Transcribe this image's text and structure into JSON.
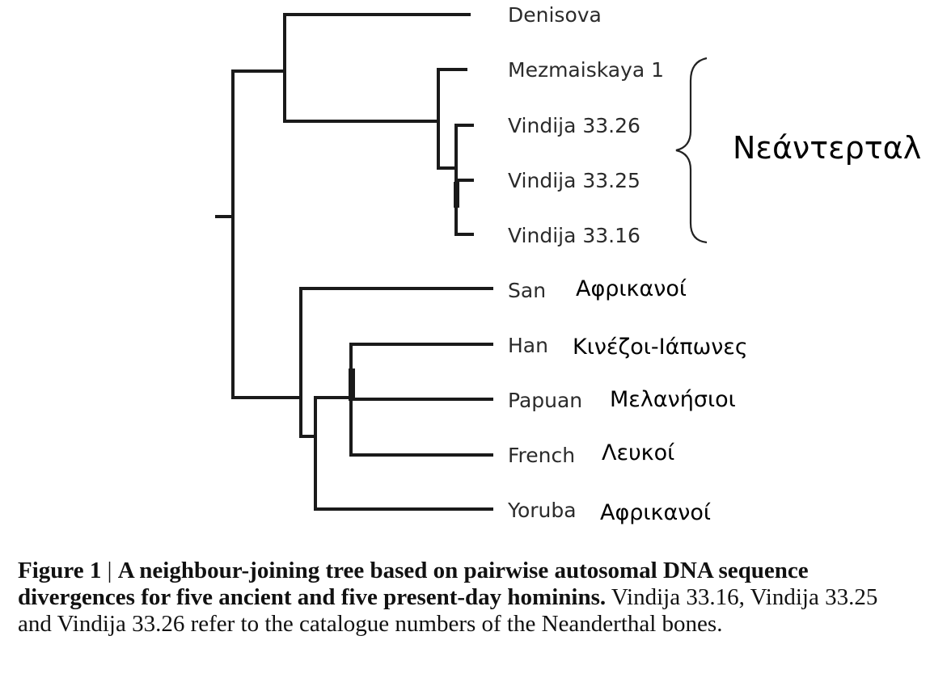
{
  "taxa": [
    {
      "label": "Denisova",
      "annotation": ""
    },
    {
      "label": "Mezmaiskaya 1",
      "annotation": ""
    },
    {
      "label": "Vindija 33.26",
      "annotation": ""
    },
    {
      "label": "Vindija 33.25",
      "annotation": ""
    },
    {
      "label": "Vindija 33.16",
      "annotation": ""
    },
    {
      "label": "San",
      "annotation": "Αφρικανοί"
    },
    {
      "label": "Han",
      "annotation": "Κινέζοι-Ιάπωνες"
    },
    {
      "label": "Papuan",
      "annotation": "Μελανήσιοι"
    },
    {
      "label": "French",
      "annotation": "Λευκοί"
    },
    {
      "label": "Yoruba",
      "annotation": "Αφρικανοί"
    }
  ],
  "group_annotation": "Νεάντερταλ",
  "caption": {
    "figure_label": "Figure 1",
    "separator": "|",
    "bold_text": "A neighbour-joining tree based on pairwise autosomal DNA sequence divergences for five ancient and five present-day hominins.",
    "body_text": "Vindija 33.16, Vindija 33.25 and Vindija 33.26 refer to the catalogue numbers of the Neanderthal bones."
  }
}
